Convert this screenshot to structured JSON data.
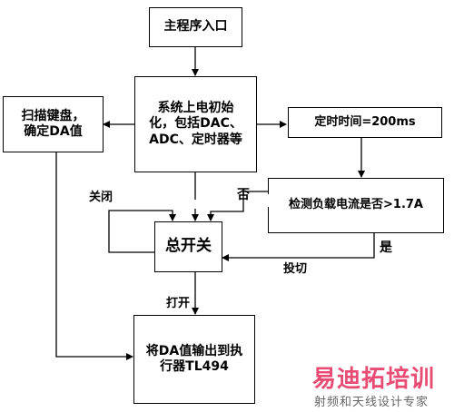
{
  "nodes": {
    "main_entry": "主程序入口",
    "init": "系统上电初始\n化，包括DAC、\nADC、定时器等",
    "scan": "扫描键盘，\n确定DA值",
    "timer": "定时时间=200ms",
    "detect": "检测负载电流是否>1.7A",
    "master_switch": "总开关",
    "output": "将DA值输出到执\n行器TL494"
  },
  "edge_labels": {
    "close": "关闭",
    "no": "否",
    "yes": "是",
    "cut": "投切",
    "open": "打开"
  },
  "watermark": {
    "brand": "易迪拓培训",
    "slogan": "射频和天线设计专家"
  }
}
